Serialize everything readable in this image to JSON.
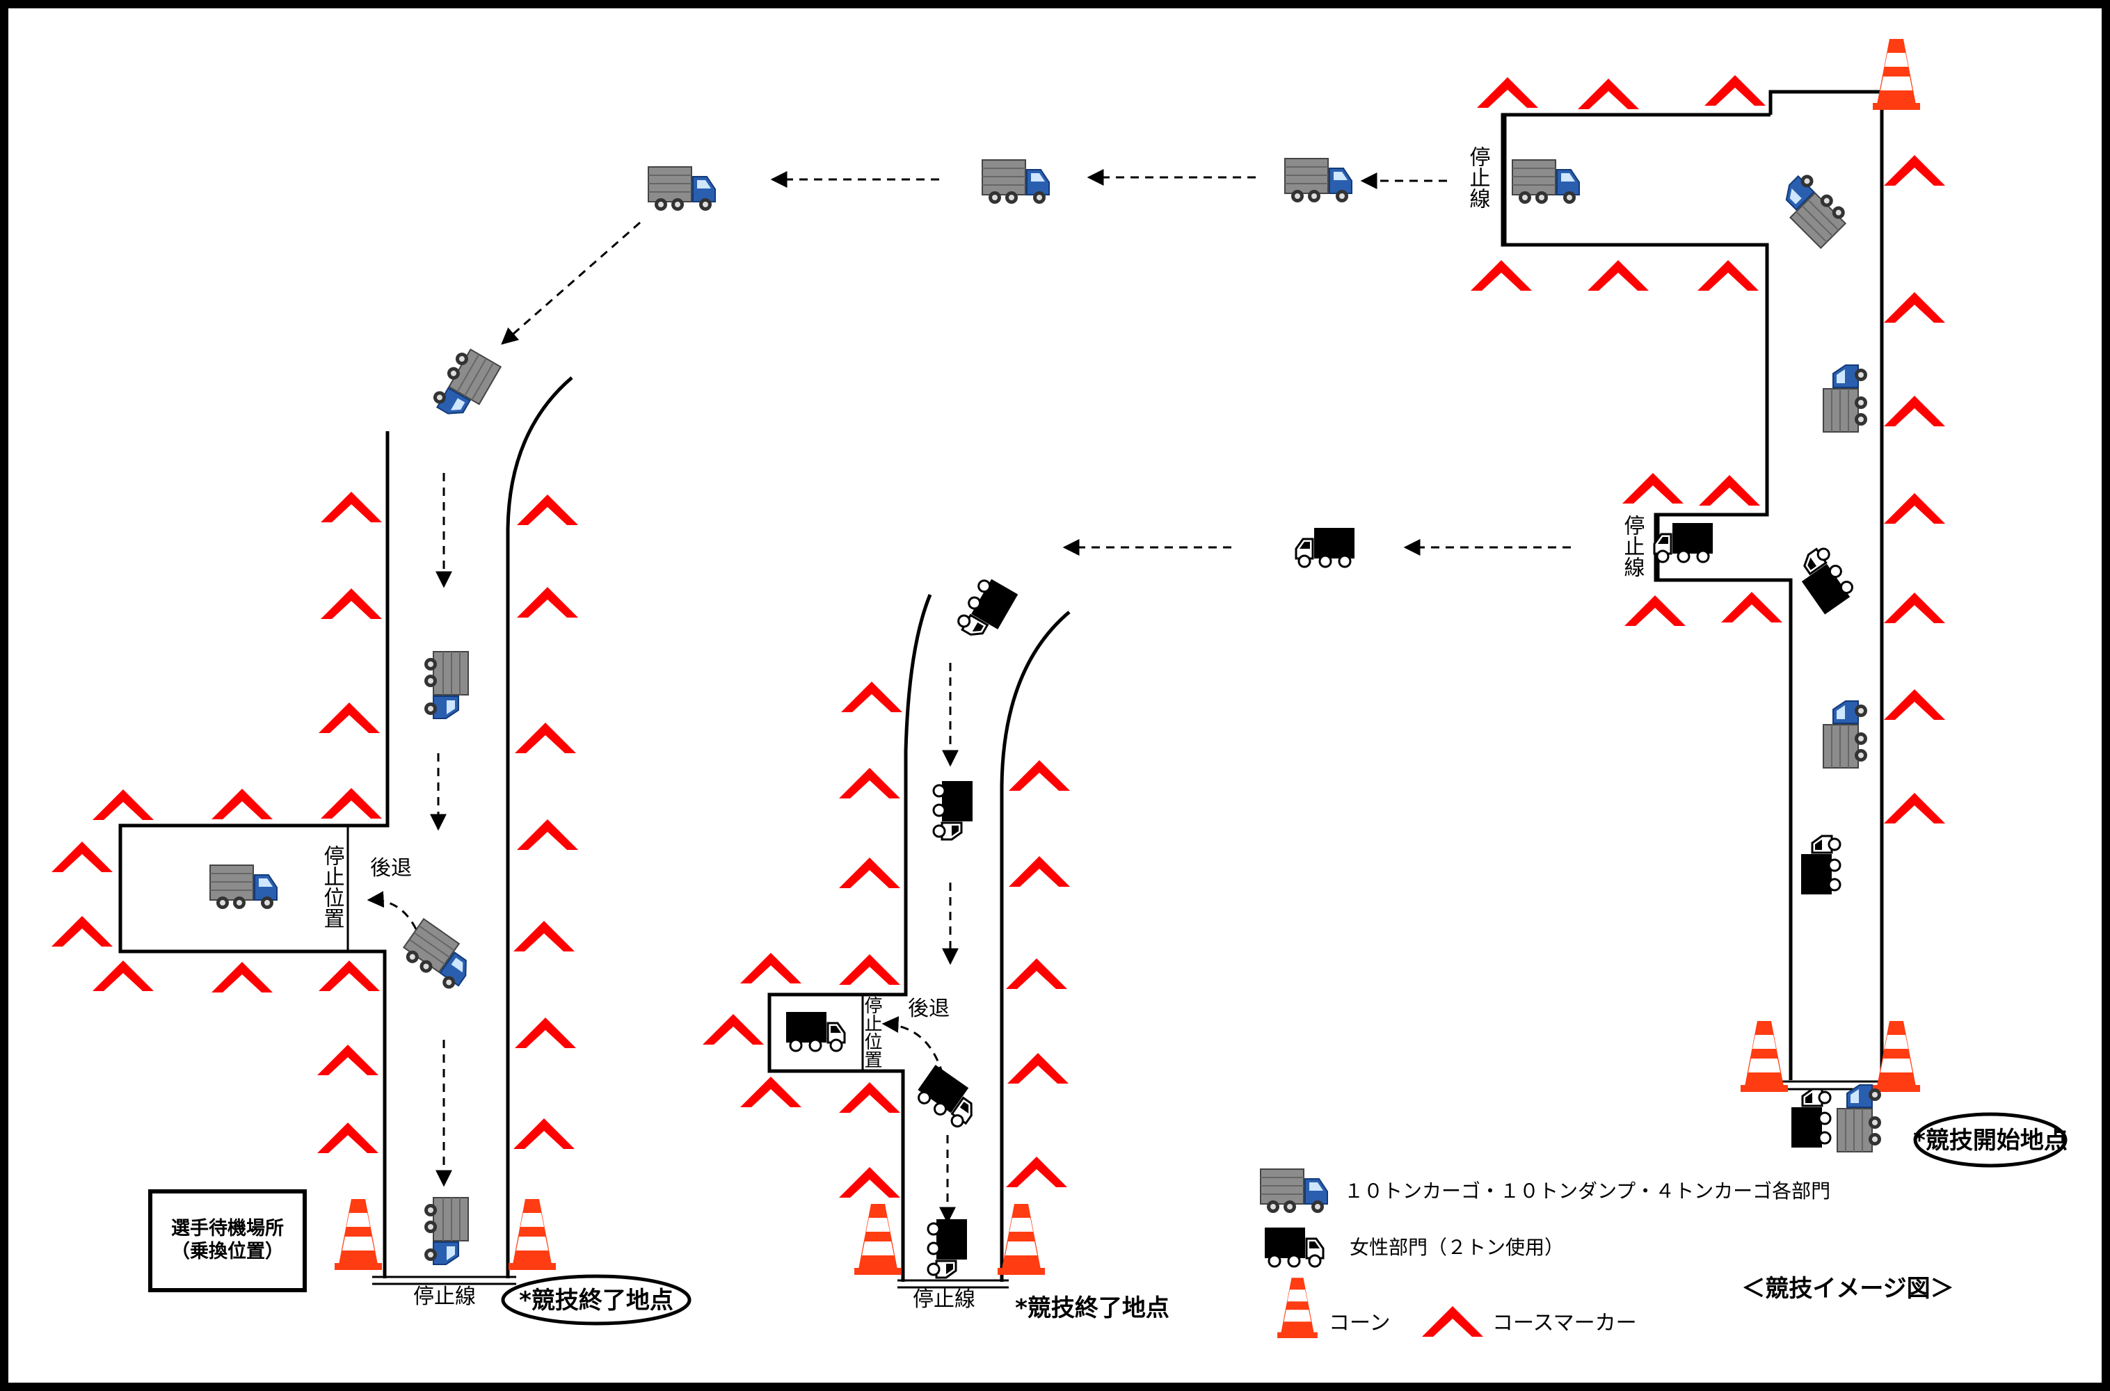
{
  "labels": {
    "stop_line_vertical": "停止線",
    "stop_line_horizontal": "停止線",
    "stop_position": "停止位置",
    "reverse": "後退",
    "start_point": "*競技開始地点",
    "end_point": "*競技終了地点",
    "waiting_area": "選手待機場所",
    "waiting_area_sub": "（乗換位置）",
    "diagram_title": "＜競技イメージ図＞"
  },
  "legend": {
    "heavy_truck": "１０トンカーゴ・１０トンダンプ・４トンカーゴ各部門",
    "women_truck": "女性部門（２トン使用）",
    "cone": "コーン",
    "course_marker": "コースマーカー"
  },
  "colors": {
    "marker": "#ff0000",
    "truck_cab": "#2a5fb0",
    "truck_cargo": "#8c8c8c",
    "women_truck": "#000000",
    "cone_orange": "#ff3c12"
  }
}
